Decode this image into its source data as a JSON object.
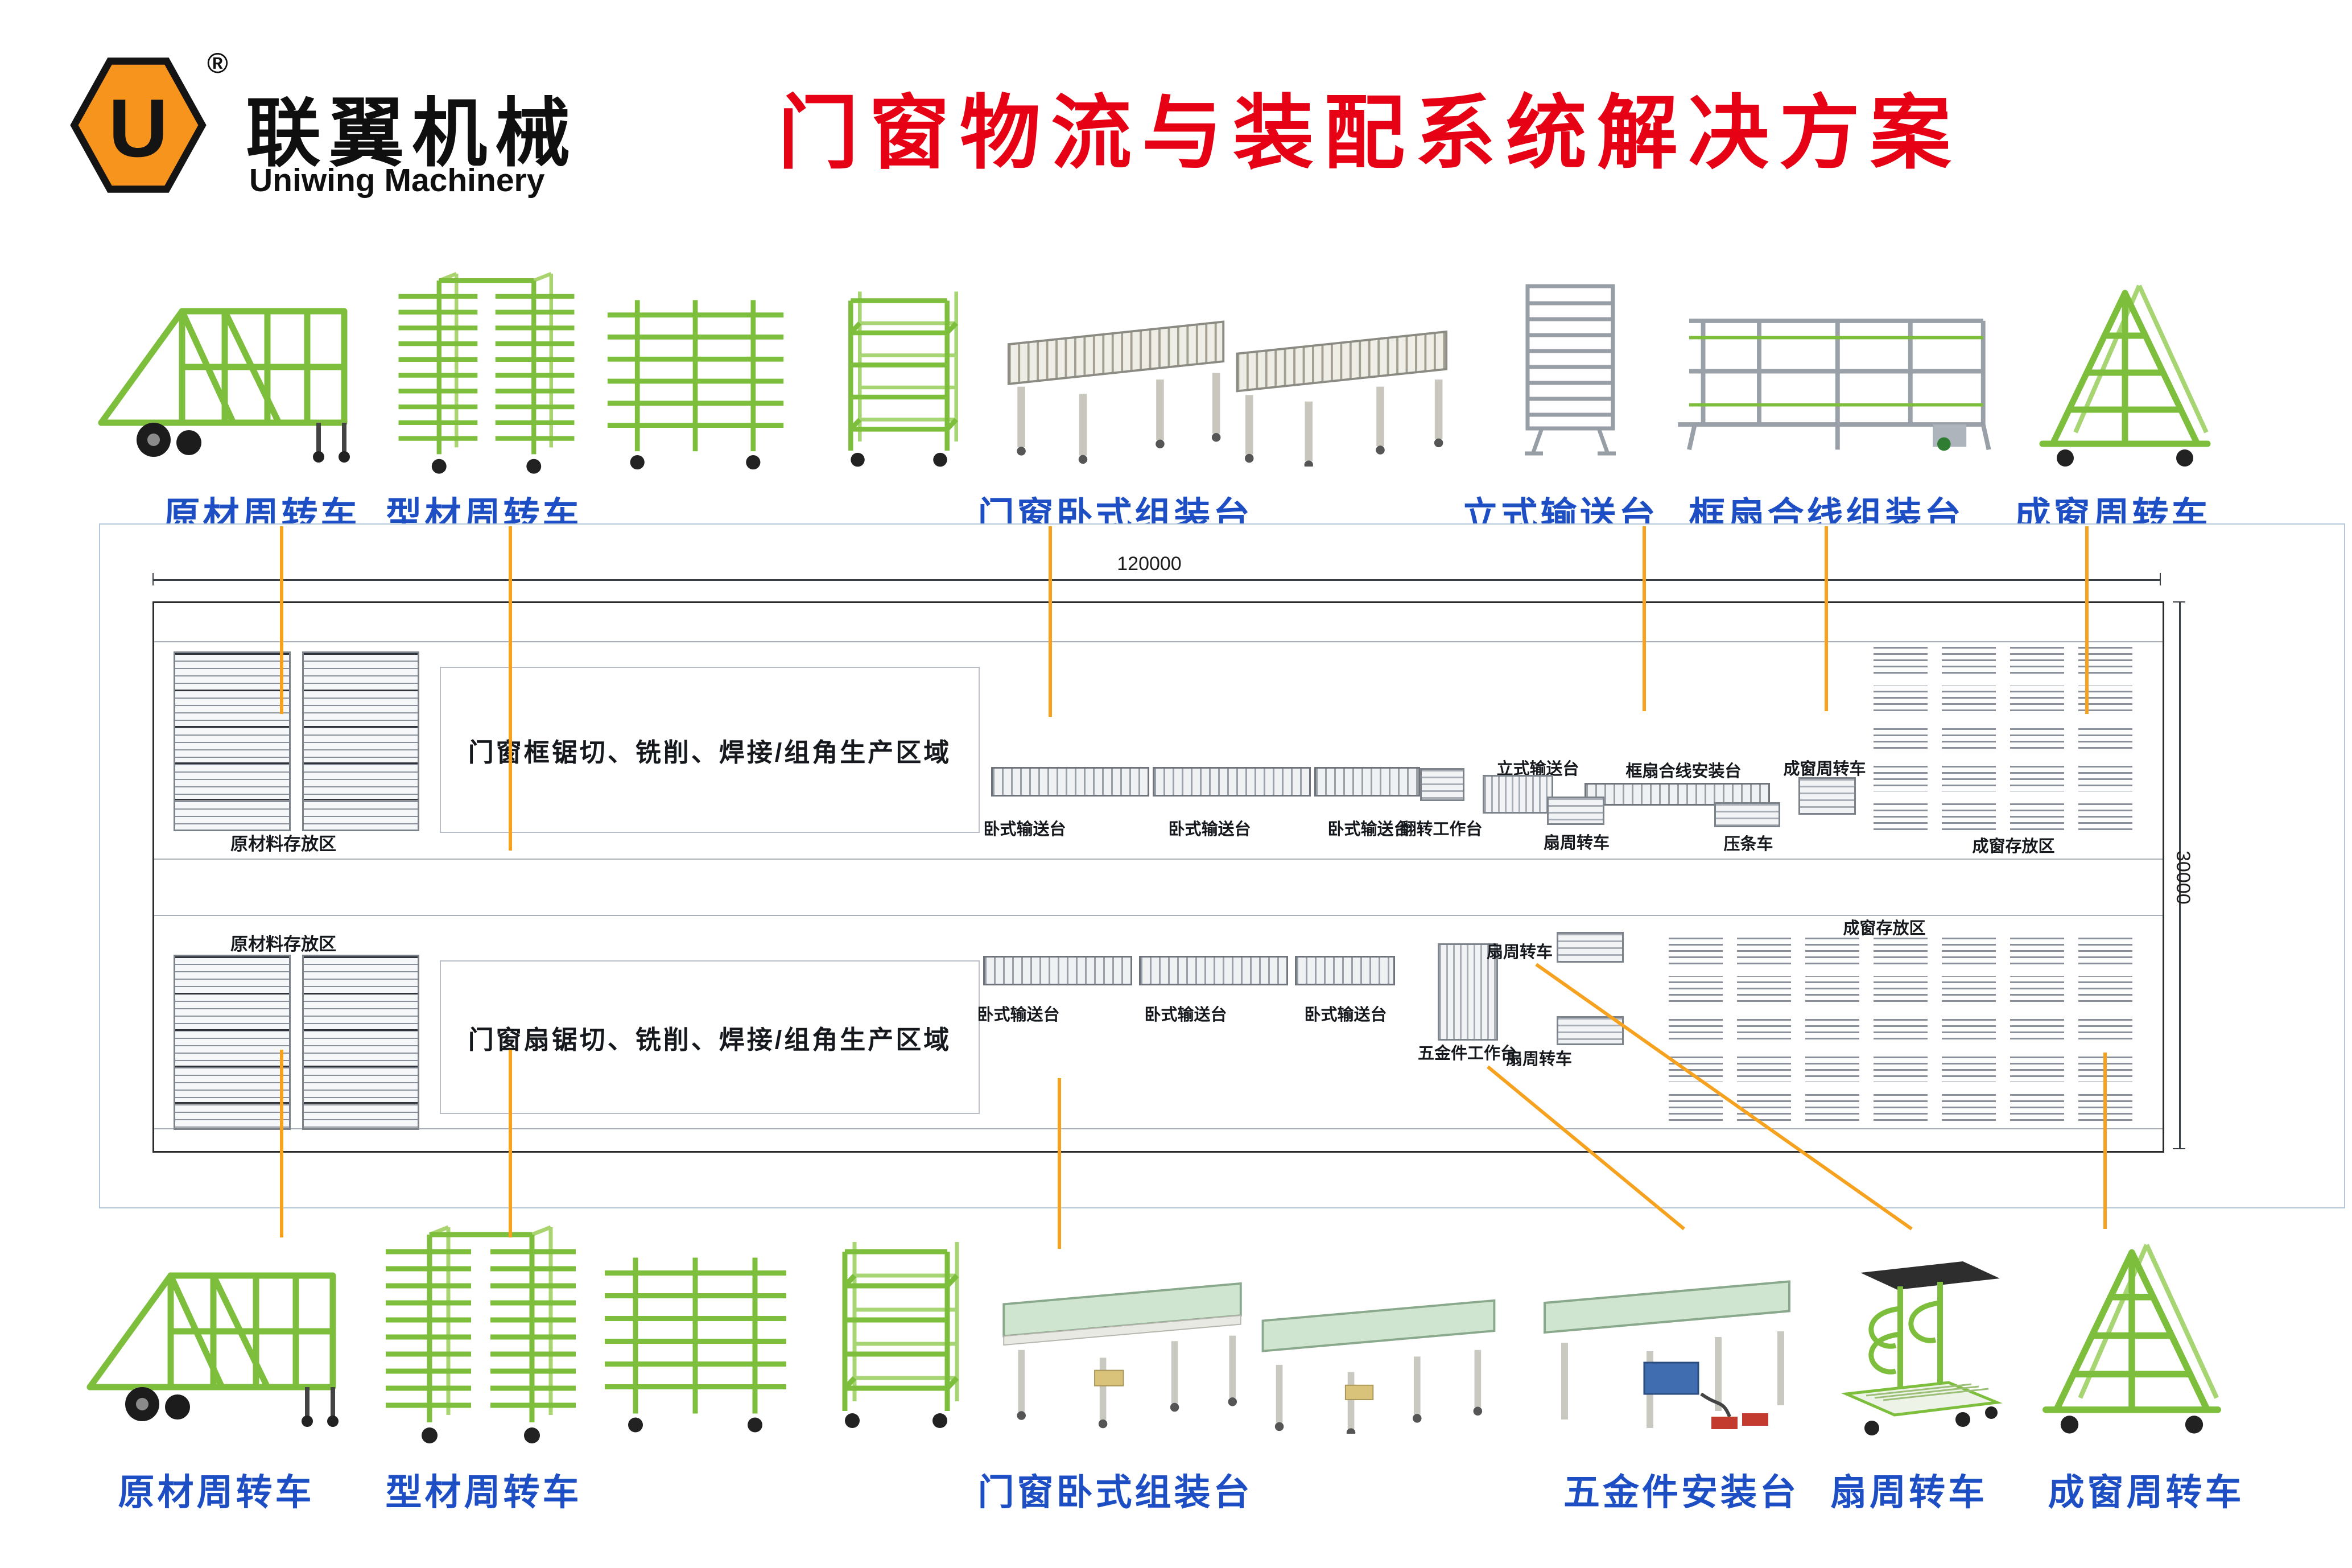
{
  "colors": {
    "accent_orange": "#F6A21F",
    "title_red": "#E60114",
    "label_blue": "#1D4EC4",
    "rack_green": "#7DBF3C",
    "logo_orange": "#F7941D"
  },
  "header": {
    "brand_cn": "联翼机械",
    "brand_en": "Uniwing Machinery",
    "registered_mark": "®",
    "title": "门窗物流与装配系统解决方案"
  },
  "top_row": {
    "labels": [
      "原材周转车",
      "型材周转车",
      "门窗卧式组装台",
      "立式输送台",
      "框扇合线组装台",
      "成窗周转车"
    ]
  },
  "bottom_row": {
    "labels": [
      "原材周转车",
      "型材周转车",
      "门窗卧式组装台",
      "五金件安装台",
      "扇周转车",
      "成窗周转车"
    ]
  },
  "plan": {
    "width_dim": "120000",
    "height_dim": "30000",
    "raw_storage_top": "原材料存放区",
    "raw_storage_bottom": "原材料存放区",
    "frame_area": "门窗框锯切、铣削、焊接/组角生产区域",
    "sash_area": "门窗扇锯切、铣削、焊接/组角生产区域",
    "top_line": {
      "conveyor1": "卧式输送台",
      "conveyor2": "卧式输送台",
      "conveyor3": "卧式输送台",
      "flip_table": "翻转工作台",
      "vertical_conveyor": "立式输送台",
      "frame_sash_install": "框扇合线安装台",
      "finished_cart": "成窗周转车",
      "sash_cart": "扇周转车",
      "bead_cart": "压条车",
      "finished_storage": "成窗存放区"
    },
    "bottom_line": {
      "conveyor1": "卧式输送台",
      "conveyor2": "卧式输送台",
      "conveyor3": "卧式输送台",
      "hardware_table": "五金件工作台",
      "sash_cart_upper": "扇周转车",
      "sash_cart_lower": "扇周转车",
      "finished_storage": "成窗存放区"
    }
  }
}
